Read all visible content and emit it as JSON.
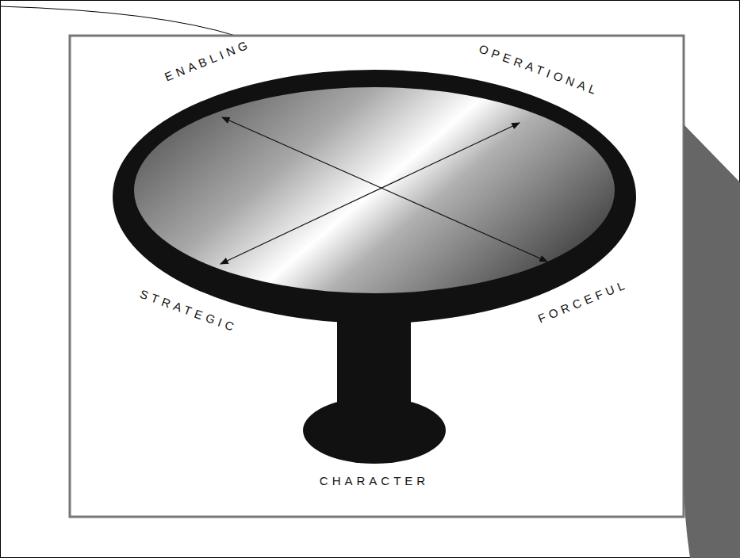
{
  "diagram": {
    "labels": [
      "ENABLING",
      "OPERATIONAL",
      "STRATEGIC",
      "FORCEFUL",
      "CHARACTER"
    ]
  }
}
